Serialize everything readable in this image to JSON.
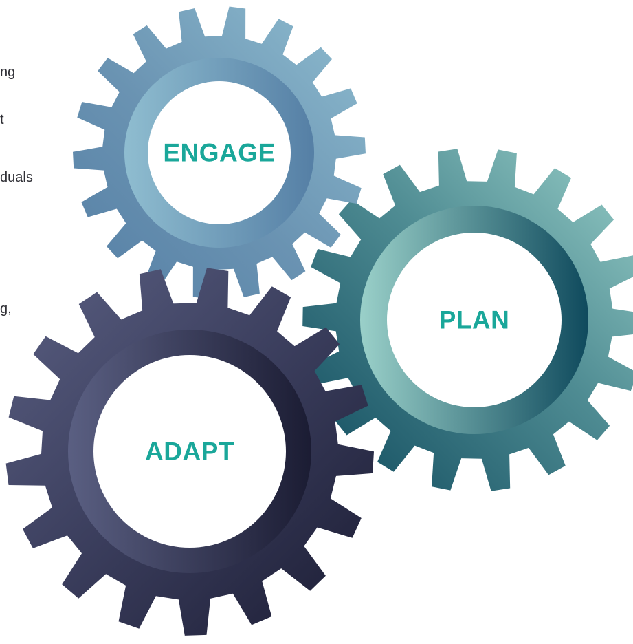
{
  "text_fragments": [
    "ng",
    "t",
    "duals",
    "g,"
  ],
  "gears": [
    {
      "label": "ENGAGE",
      "teeth": 18,
      "colors": [
        "#8fbdd0",
        "#6a93b2",
        "#557fa5"
      ]
    },
    {
      "label": "PLAN",
      "teeth": 18,
      "colors": [
        "#9ad0c9",
        "#4f8c93",
        "#0f4a5d"
      ]
    },
    {
      "label": "ADAPT",
      "teeth": 17,
      "colors": [
        "#5a5f82",
        "#3a3d5c",
        "#1b1c33"
      ]
    }
  ],
  "colors": {
    "label": "#1aa79a",
    "center": "#ffffff"
  }
}
